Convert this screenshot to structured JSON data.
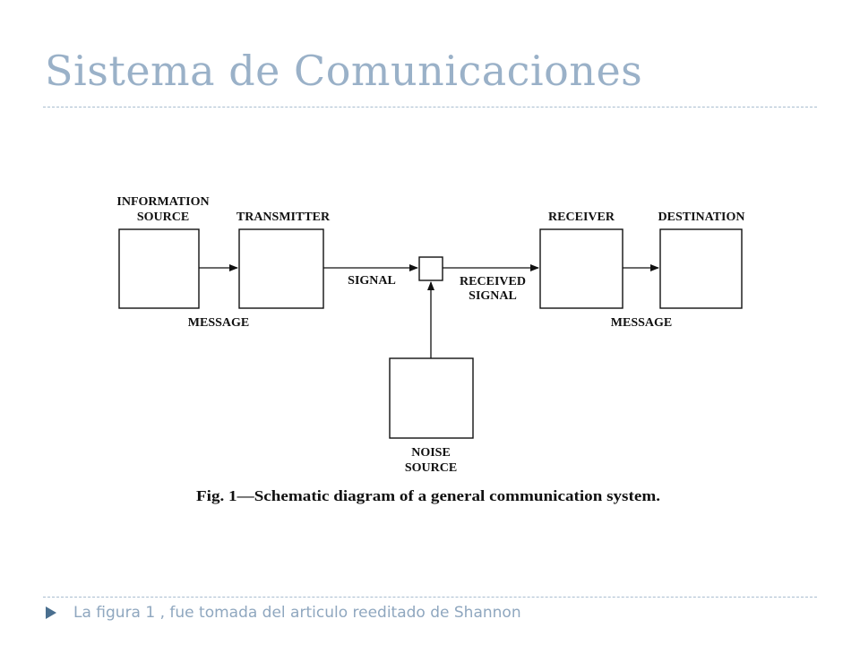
{
  "slide": {
    "title": "Sistema de Comunicaciones",
    "footer_text": "La figura 1 , fue tomada del articulo reeditado de Shannon",
    "bullet_icon": "triangle-bullet-icon",
    "colors": {
      "title": "#9ab1c8",
      "footer": "#8fa7bf",
      "bullet": "#4a6f8f",
      "rule": "#a9bdd0"
    }
  },
  "diagram": {
    "labels": {
      "information_source_line1": "INFORMATION",
      "information_source_line2": "SOURCE",
      "transmitter": "TRANSMITTER",
      "receiver": "RECEIVER",
      "destination": "DESTINATION",
      "message_left": "MESSAGE",
      "message_right": "MESSAGE",
      "signal": "SIGNAL",
      "received_signal_line1": "RECEIVED",
      "received_signal_line2": "SIGNAL",
      "noise_source_line1": "NOISE",
      "noise_source_line2": "SOURCE"
    },
    "caption": "Fig. 1—Schematic diagram of a general communication system."
  }
}
